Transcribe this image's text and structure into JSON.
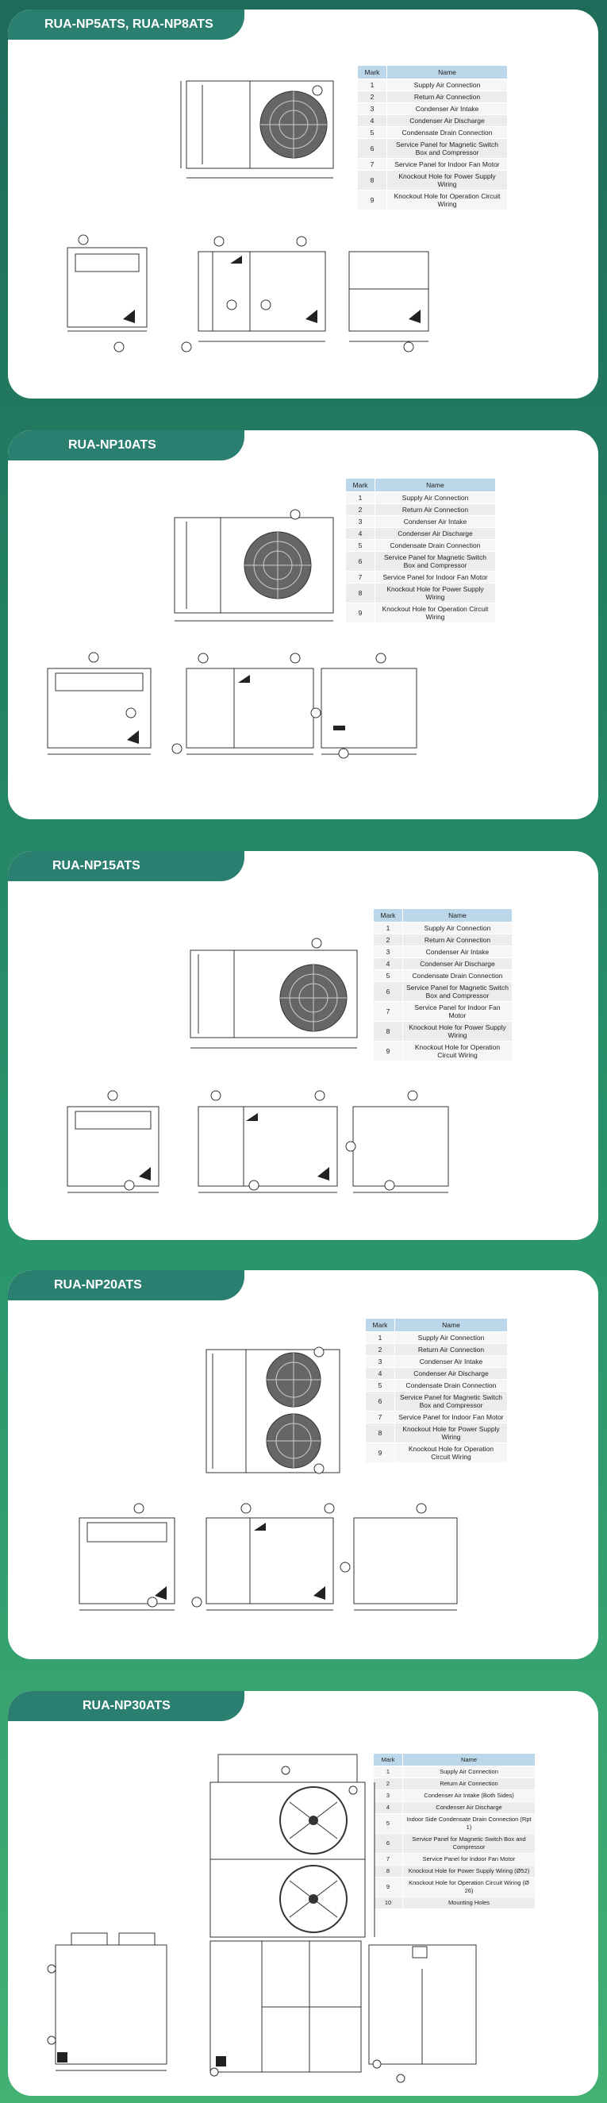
{
  "legend_header": {
    "mark": "Mark",
    "name": "Name"
  },
  "sections": [
    {
      "title": "RUA-NP5ATS, RUA-NP8ATS",
      "legend": [
        {
          "mark": "1",
          "name": "Supply Air Connection"
        },
        {
          "mark": "2",
          "name": "Return Air Connection"
        },
        {
          "mark": "3",
          "name": "Condenser Air Intake"
        },
        {
          "mark": "4",
          "name": "Condenser Air Discharge"
        },
        {
          "mark": "5",
          "name": "Condensate Drain Connection"
        },
        {
          "mark": "6",
          "name": "Service Panel for Magnetic Switch Box and Compressor"
        },
        {
          "mark": "7",
          "name": "Service Panel for Indoor Fan Motor"
        },
        {
          "mark": "8",
          "name": "Knockout Hole for Power Supply Wiring"
        },
        {
          "mark": "9",
          "name": "Knockout Hole for Operation Circuit Wiring"
        }
      ]
    },
    {
      "title": "RUA-NP10ATS",
      "legend": [
        {
          "mark": "1",
          "name": "Supply Air Connection"
        },
        {
          "mark": "2",
          "name": "Return Air Connection"
        },
        {
          "mark": "3",
          "name": "Condenser Air Intake"
        },
        {
          "mark": "4",
          "name": "Condenser Air Discharge"
        },
        {
          "mark": "5",
          "name": "Condensate Drain Connection"
        },
        {
          "mark": "6",
          "name": "Service Panel for Magnetic Switch Box and Compressor"
        },
        {
          "mark": "7",
          "name": "Service Panel for Indoor Fan Motor"
        },
        {
          "mark": "8",
          "name": "Knockout Hole for Power Supply Wiring"
        },
        {
          "mark": "9",
          "name": "Knockout Hole for Operation Circuit Wiring"
        }
      ]
    },
    {
      "title": "RUA-NP15ATS",
      "legend": [
        {
          "mark": "1",
          "name": "Supply Air Connection"
        },
        {
          "mark": "2",
          "name": "Return Air Connection"
        },
        {
          "mark": "3",
          "name": "Condenser Air Intake"
        },
        {
          "mark": "4",
          "name": "Condenser Air Discharge"
        },
        {
          "mark": "5",
          "name": "Condensate Drain Connection"
        },
        {
          "mark": "6",
          "name": "Service Panel for Magnetic Switch Box and Compressor"
        },
        {
          "mark": "7",
          "name": "Service Panel for Indoor Fan Motor"
        },
        {
          "mark": "8",
          "name": "Knockout Hole for Power Supply Wiring"
        },
        {
          "mark": "9",
          "name": "Knockout Hole for Operation Circuit Wiring"
        }
      ]
    },
    {
      "title": "RUA-NP20ATS",
      "legend": [
        {
          "mark": "1",
          "name": "Supply Air Connection"
        },
        {
          "mark": "2",
          "name": "Return Air Connection"
        },
        {
          "mark": "3",
          "name": "Condenser Air Intake"
        },
        {
          "mark": "4",
          "name": "Condenser Air Discharge"
        },
        {
          "mark": "5",
          "name": "Condensate Drain Connection"
        },
        {
          "mark": "6",
          "name": "Service Panel for Magnetic Switch Box and Compressor"
        },
        {
          "mark": "7",
          "name": "Service Panel for Indoor Fan Motor"
        },
        {
          "mark": "8",
          "name": "Knockout Hole for Power Supply Wiring"
        },
        {
          "mark": "9",
          "name": "Knockout Hole for Operation Circuit Wiring"
        }
      ]
    },
    {
      "title": "RUA-NP30ATS",
      "legend": [
        {
          "mark": "1",
          "name": "Supply Air Connection"
        },
        {
          "mark": "2",
          "name": "Return Air Connection"
        },
        {
          "mark": "3",
          "name": "Condenser Air Intake (Both Sides)"
        },
        {
          "mark": "4",
          "name": "Condenser Air Discharge"
        },
        {
          "mark": "5",
          "name": "Indoor Side Condensate Drain Connection (Rpt 1)"
        },
        {
          "mark": "6",
          "name": "Service Panel for Magnetic Switch Box and Compressor"
        },
        {
          "mark": "7",
          "name": "Service Panel for Indoor Fan Motor"
        },
        {
          "mark": "8",
          "name": "Knockout Hole for Power Supply Wiring (Ø52)"
        },
        {
          "mark": "9",
          "name": "Knockout Hole for Operation Circuit Wiring (Ø 26)"
        },
        {
          "mark": "10",
          "name": "Mounting Holes"
        }
      ]
    }
  ],
  "colors": {
    "tag": "#2b7f70",
    "legend_header": "#bcd7ea",
    "fan": "#555555"
  }
}
